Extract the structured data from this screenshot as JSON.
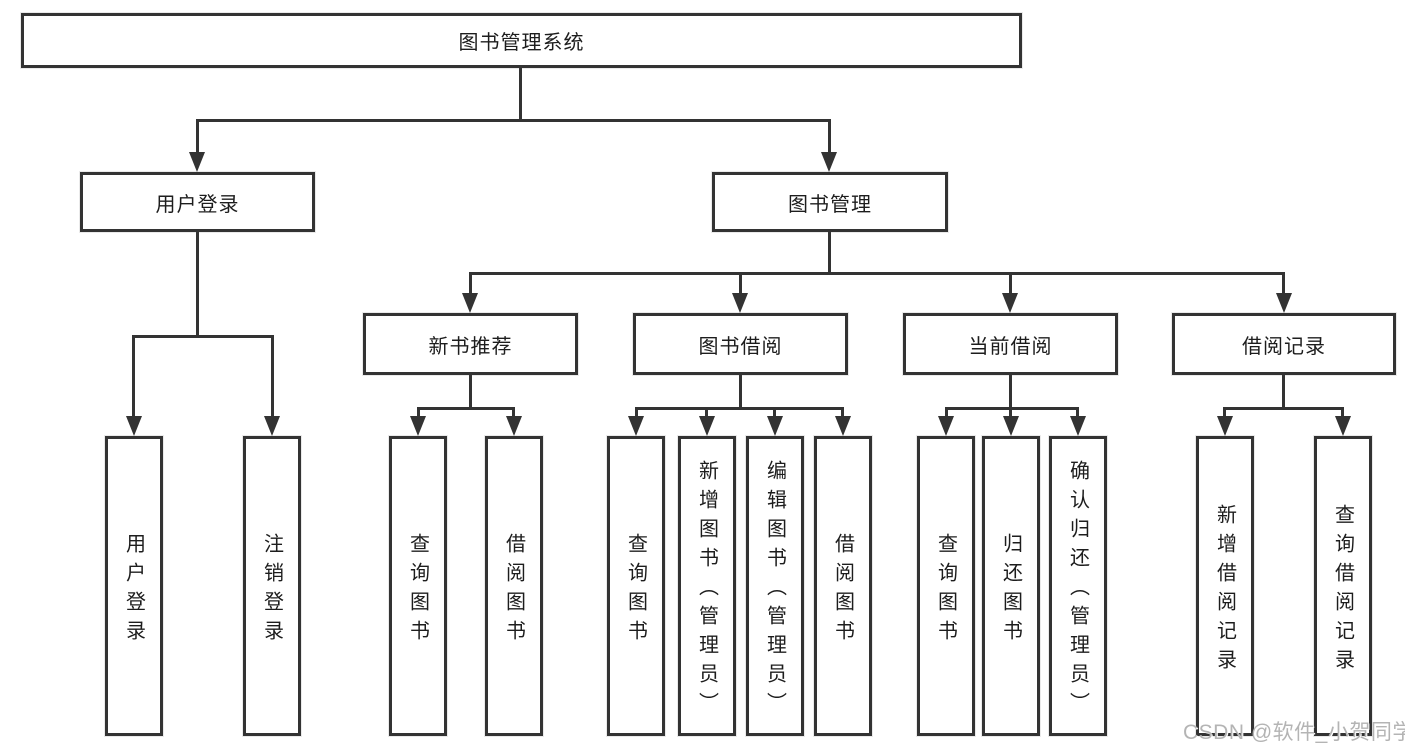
{
  "diagram": {
    "type": "hierarchy-tree",
    "root": {
      "label": "图书管理系统"
    },
    "branches": [
      {
        "label": "用户登录",
        "children": [
          {
            "label": "用户登录"
          },
          {
            "label": "注销登录"
          }
        ]
      },
      {
        "label": "图书管理",
        "children": [
          {
            "label": "新书推荐",
            "children": [
              {
                "label": "查询图书"
              },
              {
                "label": "借阅图书"
              }
            ]
          },
          {
            "label": "图书借阅",
            "children": [
              {
                "label": "查询图书"
              },
              {
                "label": "新增图书（管理员）"
              },
              {
                "label": "编辑图书（管理员）"
              },
              {
                "label": "借阅图书"
              }
            ]
          },
          {
            "label": "当前借阅",
            "children": [
              {
                "label": "查询图书"
              },
              {
                "label": "归还图书"
              },
              {
                "label": "确认归还（管理员）"
              }
            ]
          },
          {
            "label": "借阅记录",
            "children": [
              {
                "label": "新增借阅记录"
              },
              {
                "label": "查询借阅记录"
              }
            ]
          }
        ]
      }
    ],
    "watermark": "CSDN @软件_小贺同学",
    "colors": {
      "line": "#333333",
      "text": "#1d1d1d",
      "background": "#ffffff",
      "watermark": "#b4b4b4"
    }
  }
}
